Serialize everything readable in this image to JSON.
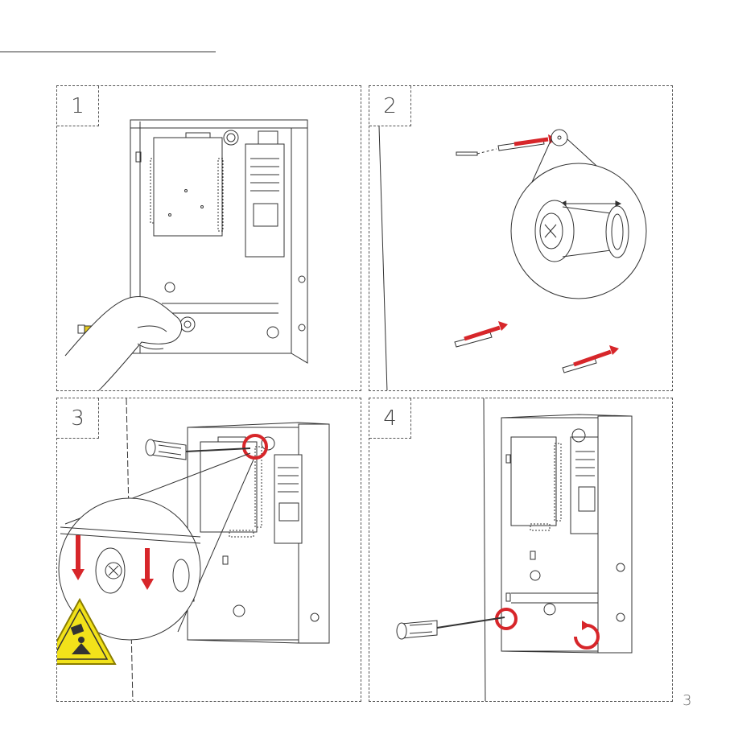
{
  "steps": [
    {
      "number": "1"
    },
    {
      "number": "2"
    },
    {
      "number": "3"
    },
    {
      "number": "4"
    }
  ],
  "page_number": "3",
  "colors": {
    "accent_red": "#d7262a",
    "warning_yellow": "#f2e21a",
    "line": "#333333",
    "pencil_yellow": "#e3c81f"
  },
  "icons": [
    "pencil-icon",
    "screwdriver-icon",
    "wall-anchor-icon",
    "screw-icon",
    "warning-falling-object-icon",
    "rotate-arrow-icon"
  ]
}
